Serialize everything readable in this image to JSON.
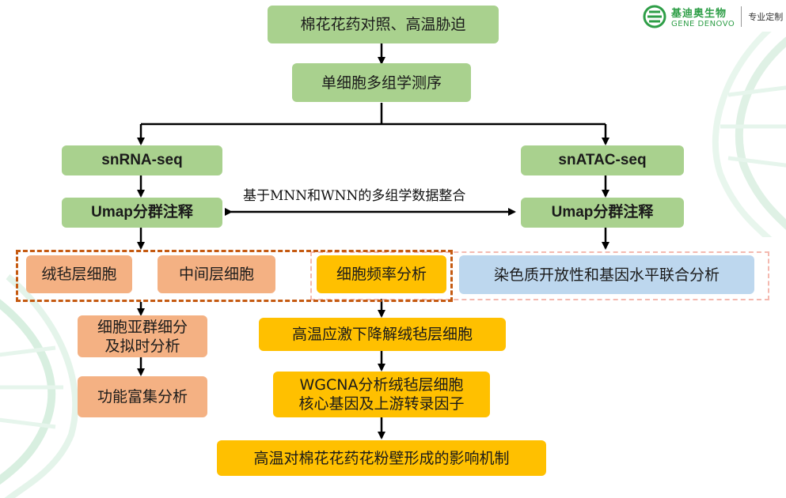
{
  "logo": {
    "name_cn": "基迪奥生物",
    "name_en": "GENE DENOVO",
    "tagline": "专业定制"
  },
  "nodes": {
    "top": "棉花花药对照、高温胁迫",
    "seq": "单细胞多组学测序",
    "snrna": "snRNA-seq",
    "snatac": "snATAC-seq",
    "umap_left": "Umap分群注释",
    "umap_right": "Umap分群注释",
    "integration": "基于MNN和WNN的多组学数据整合",
    "tapetum": "绒毡层细胞",
    "middle_layer": "中间层细胞",
    "freq": "细胞频率分析",
    "chromatin": "染色质开放性和基因水平联合分析",
    "subcluster": "细胞亚群细分\n及拟时分析",
    "enrich": "功能富集分析",
    "heat_down": "高温应激下降解绒毡层细胞",
    "wgcna": "WGCNA分析绒毡层细胞\n核心基因及上游转录因子",
    "final": "高温对棉花花药花粉壁形成的影响机制"
  },
  "colors": {
    "green": "#a9d18e",
    "orange": "#f4b183",
    "yellow": "#ffc000",
    "blue": "#bdd7ee",
    "dash_brown": "#c55a11",
    "dash_pink": "#f4b9b0"
  }
}
